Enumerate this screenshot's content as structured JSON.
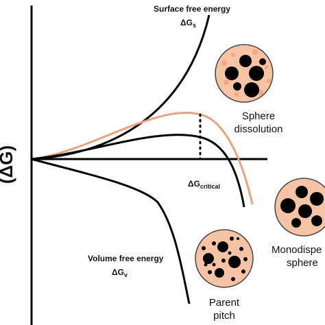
{
  "colors": {
    "background": "#ffffff",
    "axis": "#000000",
    "curve": "#000000",
    "orange_curve": "#e8a37c",
    "circle_fill": "#f6c3a4",
    "circle_stroke": "#444444",
    "particle": "#000000",
    "speckle": "#f3a781"
  },
  "labels": {
    "y_axis": "(ΔG)",
    "surface_line1": "Surface free energy",
    "surface_delta": "ΔG",
    "surface_sub": "s",
    "critical_delta": "ΔG",
    "critical_sub": "critical",
    "volume_line1": "Volume free energy",
    "volume_delta": "ΔG",
    "volume_sub": "v",
    "sphere_line1": "Sphere",
    "sphere_line2": "dissolution",
    "mono_line1": "Monodispe",
    "mono_line2": "sphere",
    "parent_line1": "Parent",
    "parent_line2": "pitch"
  },
  "icons": [
    "sphere-dissolution-circle",
    "monodisperse-sphere-circle",
    "parent-pitch-circle"
  ]
}
